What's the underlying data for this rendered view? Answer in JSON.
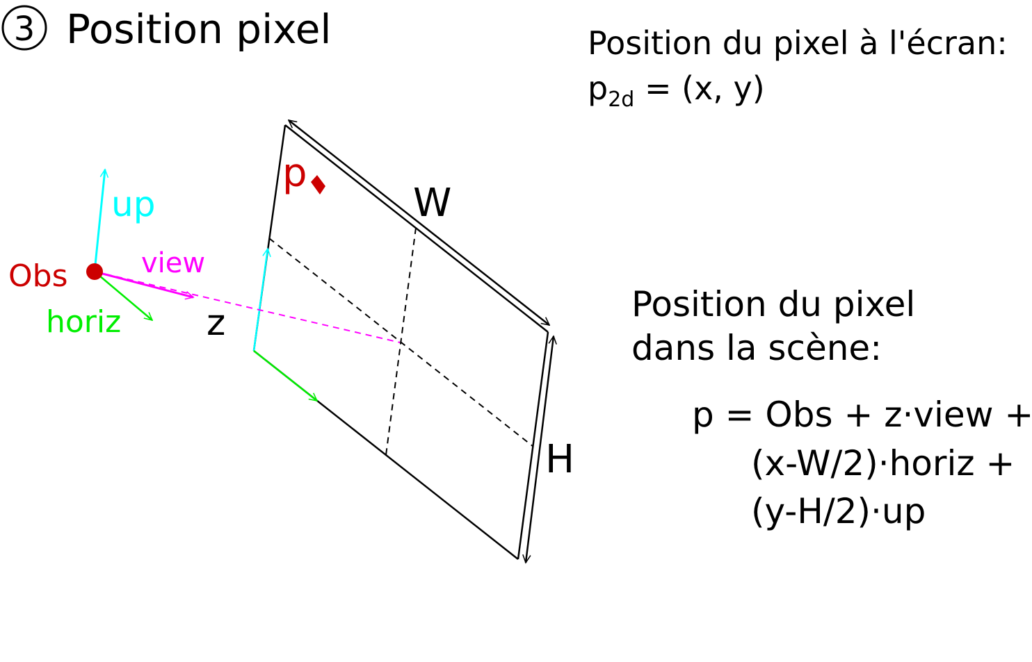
{
  "title": {
    "number": "3",
    "text": "Position pixel"
  },
  "screen_position": {
    "line1": "Position du pixel à l'écran:",
    "p": "p",
    "subscript": "2d",
    "rest": " = (x, y)"
  },
  "scene_position": {
    "line1": "Position du pixel",
    "line2": "dans la scène:",
    "formula": [
      "p = Obs + z·view +",
      "(x-W/2)·horiz +",
      "(y-H/2)·up"
    ]
  },
  "labels": {
    "obs": "Obs",
    "up": "up",
    "view": "view",
    "horiz": "horiz",
    "z": "z",
    "p": "p",
    "w": "W",
    "h": "H"
  },
  "colors": {
    "obs": "#cc0000",
    "up": "#00ffff",
    "view": "#ff00ff",
    "horiz": "#00ee00",
    "line": "#000000"
  }
}
